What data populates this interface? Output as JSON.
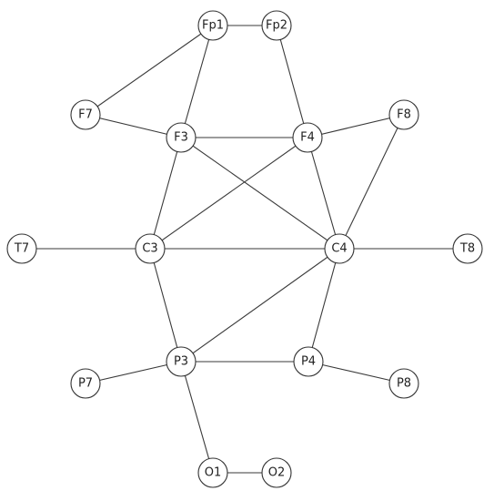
{
  "graph": {
    "nodes": [
      {
        "id": "Fp1",
        "label": "Fp1"
      },
      {
        "id": "Fp2",
        "label": "Fp2"
      },
      {
        "id": "F7",
        "label": "F7"
      },
      {
        "id": "F3",
        "label": "F3"
      },
      {
        "id": "F4",
        "label": "F4"
      },
      {
        "id": "F8",
        "label": "F8"
      },
      {
        "id": "T7",
        "label": "T7"
      },
      {
        "id": "C3",
        "label": "C3"
      },
      {
        "id": "C4",
        "label": "C4"
      },
      {
        "id": "T8",
        "label": "T8"
      },
      {
        "id": "P7",
        "label": "P7"
      },
      {
        "id": "P3",
        "label": "P3"
      },
      {
        "id": "P4",
        "label": "P4"
      },
      {
        "id": "P8",
        "label": "P8"
      },
      {
        "id": "O1",
        "label": "O1"
      },
      {
        "id": "O2",
        "label": "O2"
      }
    ],
    "edges": [
      [
        "Fp1",
        "Fp2"
      ],
      [
        "Fp1",
        "F7"
      ],
      [
        "Fp1",
        "F3"
      ],
      [
        "Fp2",
        "F4"
      ],
      [
        "F7",
        "F3"
      ],
      [
        "F3",
        "F4"
      ],
      [
        "F4",
        "F8"
      ],
      [
        "F3",
        "C3"
      ],
      [
        "F3",
        "C4"
      ],
      [
        "F4",
        "C3"
      ],
      [
        "F4",
        "C4"
      ],
      [
        "F8",
        "C4"
      ],
      [
        "T7",
        "C3"
      ],
      [
        "C3",
        "C4"
      ],
      [
        "C4",
        "T8"
      ],
      [
        "C3",
        "P3"
      ],
      [
        "C4",
        "P3"
      ],
      [
        "C4",
        "P4"
      ],
      [
        "P7",
        "P3"
      ],
      [
        "P3",
        "P4"
      ],
      [
        "P4",
        "P8"
      ],
      [
        "P3",
        "O1"
      ],
      [
        "O1",
        "O2"
      ]
    ]
  }
}
